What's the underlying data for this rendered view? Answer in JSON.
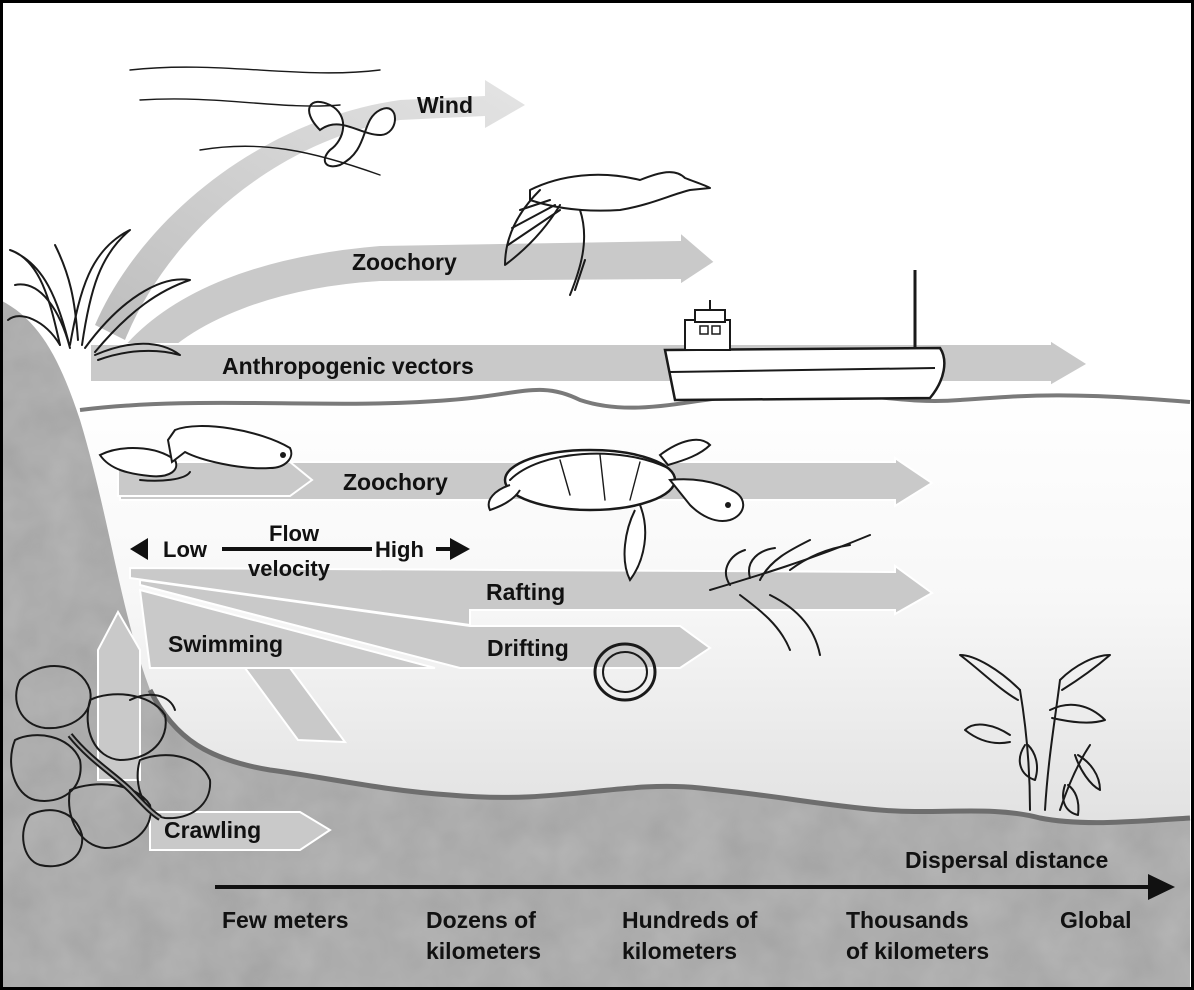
{
  "diagram": {
    "mechanisms": {
      "wind": "Wind",
      "zoochory_air": "Zoochory",
      "anthropogenic": "Anthropogenic vectors",
      "zoochory_water": "Zoochory",
      "rafting": "Rafting",
      "drifting": "Drifting",
      "swimming": "Swimming",
      "crawling": "Crawling"
    },
    "flow": {
      "low": "Low",
      "high": "High",
      "title_line1": "Flow",
      "title_line2": "velocity"
    },
    "axis": {
      "title": "Dispersal distance",
      "ticks": [
        {
          "line1": "Few meters",
          "line2": ""
        },
        {
          "line1": "Dozens of",
          "line2": "kilometers"
        },
        {
          "line1": "Hundreds of",
          "line2": "kilometers"
        },
        {
          "line1": "Thousands",
          "line2": "of kilometers"
        },
        {
          "line1": "Global",
          "line2": ""
        }
      ]
    },
    "colors": {
      "arrow": "#c9c9c9",
      "ground": "#9e9e9e",
      "water": "#f2f2f2",
      "ink": "#111111"
    },
    "icons": [
      "plant-icon",
      "worm-icon",
      "bird-icon",
      "ship-icon",
      "snail-icon",
      "fish-icon",
      "turtle-icon",
      "seaweed-icon",
      "pebbles-icon",
      "aquatic-plant-icon"
    ]
  }
}
